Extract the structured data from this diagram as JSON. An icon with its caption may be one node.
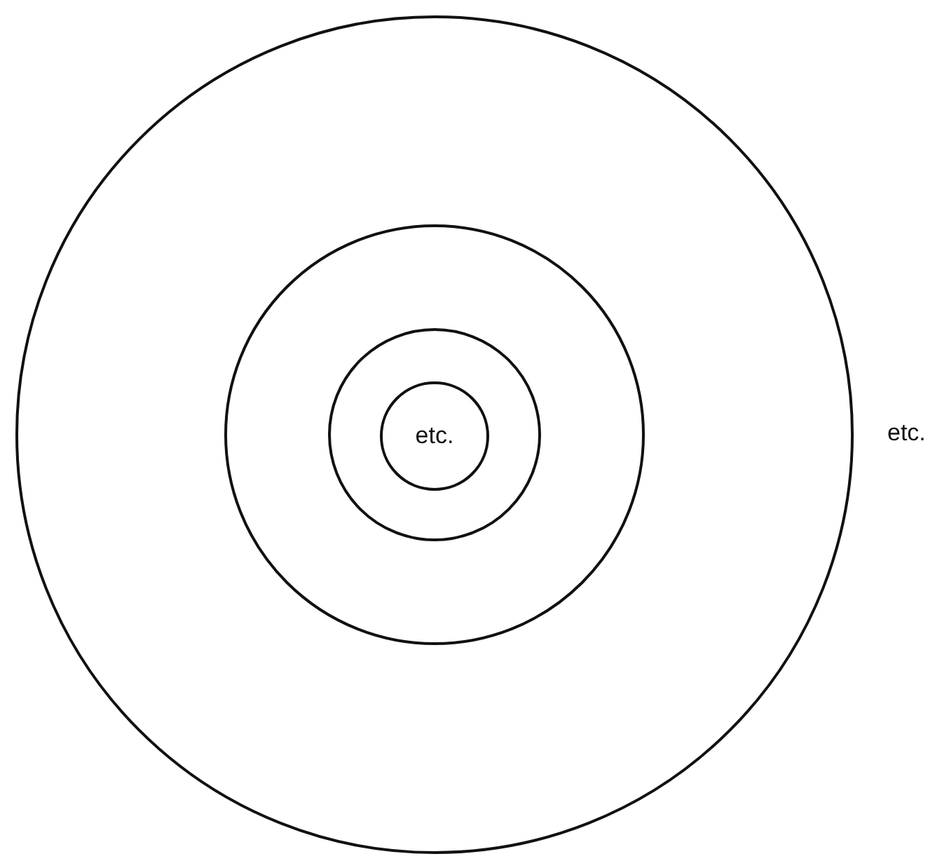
{
  "diagram": {
    "nodes": [
      {
        "text": [],
        "shape": "circle",
        "beside": [
          "etc."
        ]
      },
      {
        "text": [],
        "shape": "circle",
        "in": 0
      },
      {
        "text": [],
        "shape": "circle",
        "in": 1
      },
      {
        "text": [
          "etc."
        ],
        "in": 2
      }
    ],
    "edges": []
  }
}
